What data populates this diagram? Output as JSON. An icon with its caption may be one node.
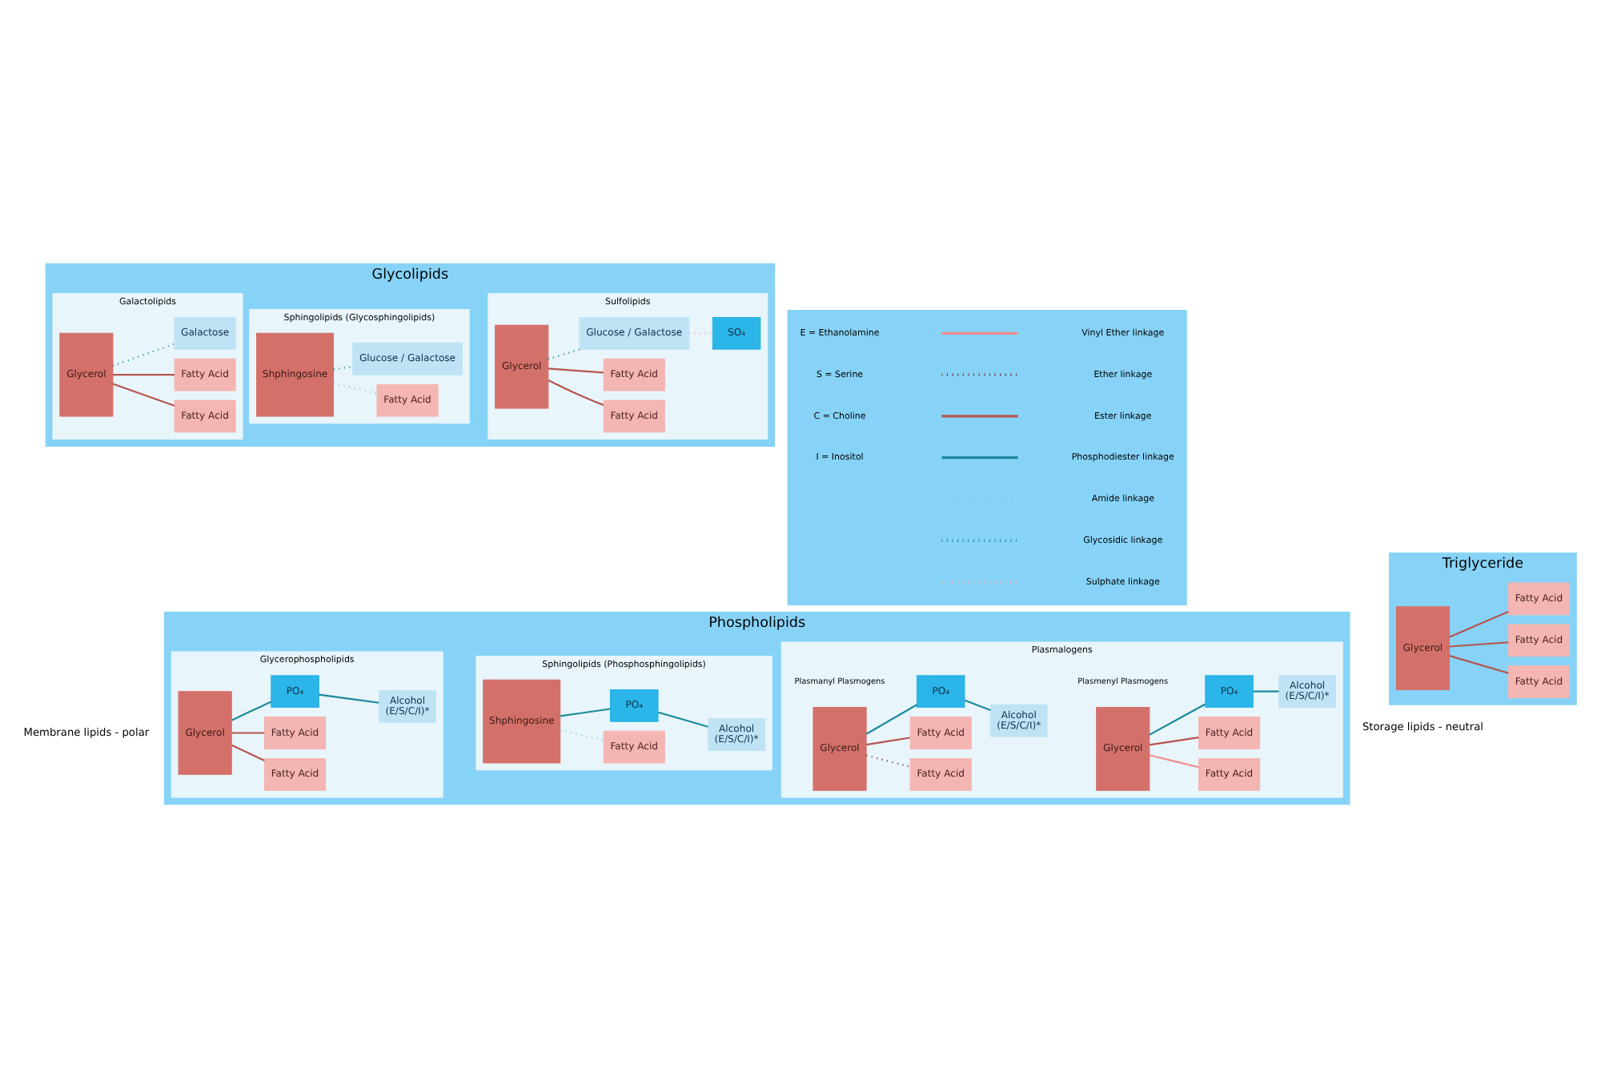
{
  "diagram": {
    "nodes": [
      {
        "text": [
          "Phospholipids"
        ]
      },
      {
        "text": [
          "Glycerophospholipids"
        ],
        "in": 0
      },
      {
        "text": [
          "Glycerol"
        ],
        "in": 1
      },
      {
        "text": [
          "Fatty Acid"
        ],
        "in": 1
      },
      {
        "text": [
          "Fatty Acid"
        ],
        "in": 1
      },
      {
        "text": [
          "PO₄"
        ],
        "in": 1
      },
      {
        "text": [
          "Alcohol",
          "(E/S/C/I)*"
        ],
        "in": 1
      },
      {
        "text": [
          "Sphingolipids (Phosphosphingolipids)"
        ],
        "in": 0
      },
      {
        "text": [
          "Shphingosine"
        ],
        "in": 7
      },
      {
        "text": [
          "Fatty Acid"
        ],
        "in": 7
      },
      {
        "text": [
          "PO₄"
        ],
        "in": 7
      },
      {
        "text": [
          "Alcohol",
          "(E/S/C/I)*"
        ],
        "in": 7
      },
      {
        "text": [
          "Plasmalogens"
        ],
        "in": 0
      },
      {
        "text": [
          "Glycerol"
        ],
        "in": 12
      },
      {
        "text": [
          "Fatty Acid"
        ],
        "in": 12
      },
      {
        "text": [
          "Fatty Acid"
        ],
        "in": 12
      },
      {
        "text": [
          "PO₄"
        ],
        "in": 12
      },
      {
        "text": [
          "Alcohol",
          "(E/S/C/I)*"
        ],
        "in": 12
      },
      {
        "text": [
          "Glycerol"
        ],
        "in": 12
      },
      {
        "text": [
          "Fatty Acid"
        ],
        "in": 12
      },
      {
        "text": [
          "Fatty Acid"
        ],
        "in": 12
      },
      {
        "text": [
          "PO₄"
        ],
        "in": 12
      },
      {
        "text": [
          "Alcohol",
          "(E/S/C/I)*"
        ],
        "in": 12
      },
      {
        "text": [
          "Triglyceride"
        ]
      },
      {
        "text": [
          "Glycerol"
        ],
        "in": 23
      },
      {
        "text": [
          "Fatty Acid"
        ],
        "in": 23
      },
      {
        "text": [
          "Fatty Acid"
        ],
        "in": 23
      },
      {
        "text": [
          "Fatty Acid"
        ],
        "in": 23
      },
      {
        "text": [
          "Glycolipids"
        ]
      },
      {
        "text": [
          "Galactolipids"
        ],
        "in": 28
      },
      {
        "text": [
          "Glycerol"
        ],
        "in": 29
      },
      {
        "text": [
          "Fatty Acid"
        ],
        "in": 29
      },
      {
        "text": [
          "Fatty Acid"
        ],
        "in": 29
      },
      {
        "text": [
          "Galactose"
        ],
        "in": 29
      },
      {
        "text": [
          "Sphingolipids (Glycosphingolipids)"
        ],
        "in": 28
      },
      {
        "text": [
          "Shphingosine"
        ],
        "in": 34
      },
      {
        "text": [
          "Fatty Acid"
        ],
        "in": 34
      },
      {
        "text": [
          "Glucose / Galactose"
        ],
        "in": 34
      },
      {
        "text": [
          "Sulfolipids"
        ],
        "in": 28
      },
      {
        "text": [
          "Glycerol"
        ],
        "in": 38
      },
      {
        "text": [
          "Fatty Acid"
        ],
        "in": 38
      },
      {
        "text": [
          "Fatty Acid"
        ],
        "in": 38
      },
      {
        "text": [
          "Glucose / Galactose"
        ],
        "in": 38
      },
      {
        "text": [
          "SO₄"
        ],
        "in": 38
      },
      {
        "text": [],
        "shape": "box"
      }
    ],
    "edges": [
      {
        "from": 2,
        "to": 3,
        "arrow": "none"
      },
      {
        "from": 2,
        "to": 4,
        "arrow": "none"
      },
      {
        "from": 2,
        "to": 5,
        "arrow": "none",
        "color": "#1b8a9a"
      },
      {
        "from": 5,
        "to": 6,
        "arrow": "none",
        "color": "#1b8a9a"
      },
      {
        "from": 8,
        "to": 9,
        "arrow": "none",
        "style": "dashed",
        "color": "#7fcbd9"
      },
      {
        "from": 8,
        "to": 10,
        "arrow": "none",
        "color": "#1b8a9a"
      },
      {
        "from": 10,
        "to": 11,
        "arrow": "none",
        "color": "#1b8a9a"
      },
      {
        "from": 13,
        "to": 14,
        "arrow": "none",
        "style": "dashed",
        "color": "#7a2e2e"
      },
      {
        "from": 13,
        "to": 15,
        "arrow": "none"
      },
      {
        "from": 13,
        "to": 16,
        "arrow": "none",
        "color": "#1b8a9a"
      },
      {
        "from": 16,
        "to": 17,
        "arrow": "none",
        "color": "#1b8a9a"
      },
      {
        "from": 18,
        "to": 19,
        "arrow": "none",
        "color": "#f08c8c"
      },
      {
        "from": 18,
        "to": 20,
        "arrow": "none"
      },
      {
        "from": 18,
        "to": 21,
        "arrow": "none",
        "color": "#1b8a9a"
      },
      {
        "from": 21,
        "to": 22,
        "arrow": "none",
        "color": "#1b8a9a"
      },
      {
        "from": 24,
        "to": 25,
        "arrow": "none"
      },
      {
        "from": 24,
        "to": 26,
        "arrow": "none"
      },
      {
        "from": 24,
        "to": 27,
        "arrow": "none"
      },
      {
        "from": 30,
        "to": 31,
        "arrow": "none"
      },
      {
        "from": 30,
        "to": 32,
        "arrow": "none"
      },
      {
        "from": 30,
        "to": 33,
        "arrow": "none",
        "style": "dashed",
        "color": "#1b8a9a"
      },
      {
        "from": 35,
        "to": 36,
        "arrow": "none",
        "style": "dashed",
        "color": "#7fcbd9"
      },
      {
        "from": 35,
        "to": 37,
        "arrow": "none",
        "style": "dashed",
        "color": "#1b8a9a"
      },
      {
        "from": 39,
        "to": 40,
        "arrow": "none"
      },
      {
        "from": 39,
        "to": 41,
        "arrow": "none"
      },
      {
        "from": 39,
        "to": 42,
        "arrow": "none",
        "style": "dashed",
        "color": "#1b8a9a"
      },
      {
        "from": 42,
        "to": 43,
        "arrow": "none",
        "style": "dashed",
        "color": "#f4a6a6"
      }
    ],
    "labels": [
      "Membrane lipids - polar",
      "Plasmanyl Plasmogens",
      "Plasmenyl Plasmogens",
      "Storage lipids - neutral",
      "E = Ethanolamine",
      "S = Serine",
      "C = Choline",
      "I = Inositol"
    ],
    "legend": [
      {
        "text": "Vinyl Ether linkage"
      },
      {
        "text": "Ether linkage"
      },
      {
        "text": "Ester linkage"
      },
      {
        "text": "Phosphodiester linkage"
      },
      {
        "text": "Amide linkage"
      },
      {
        "text": "Glycosidic linkage"
      },
      {
        "text": "Sulphate linkage"
      }
    ]
  }
}
